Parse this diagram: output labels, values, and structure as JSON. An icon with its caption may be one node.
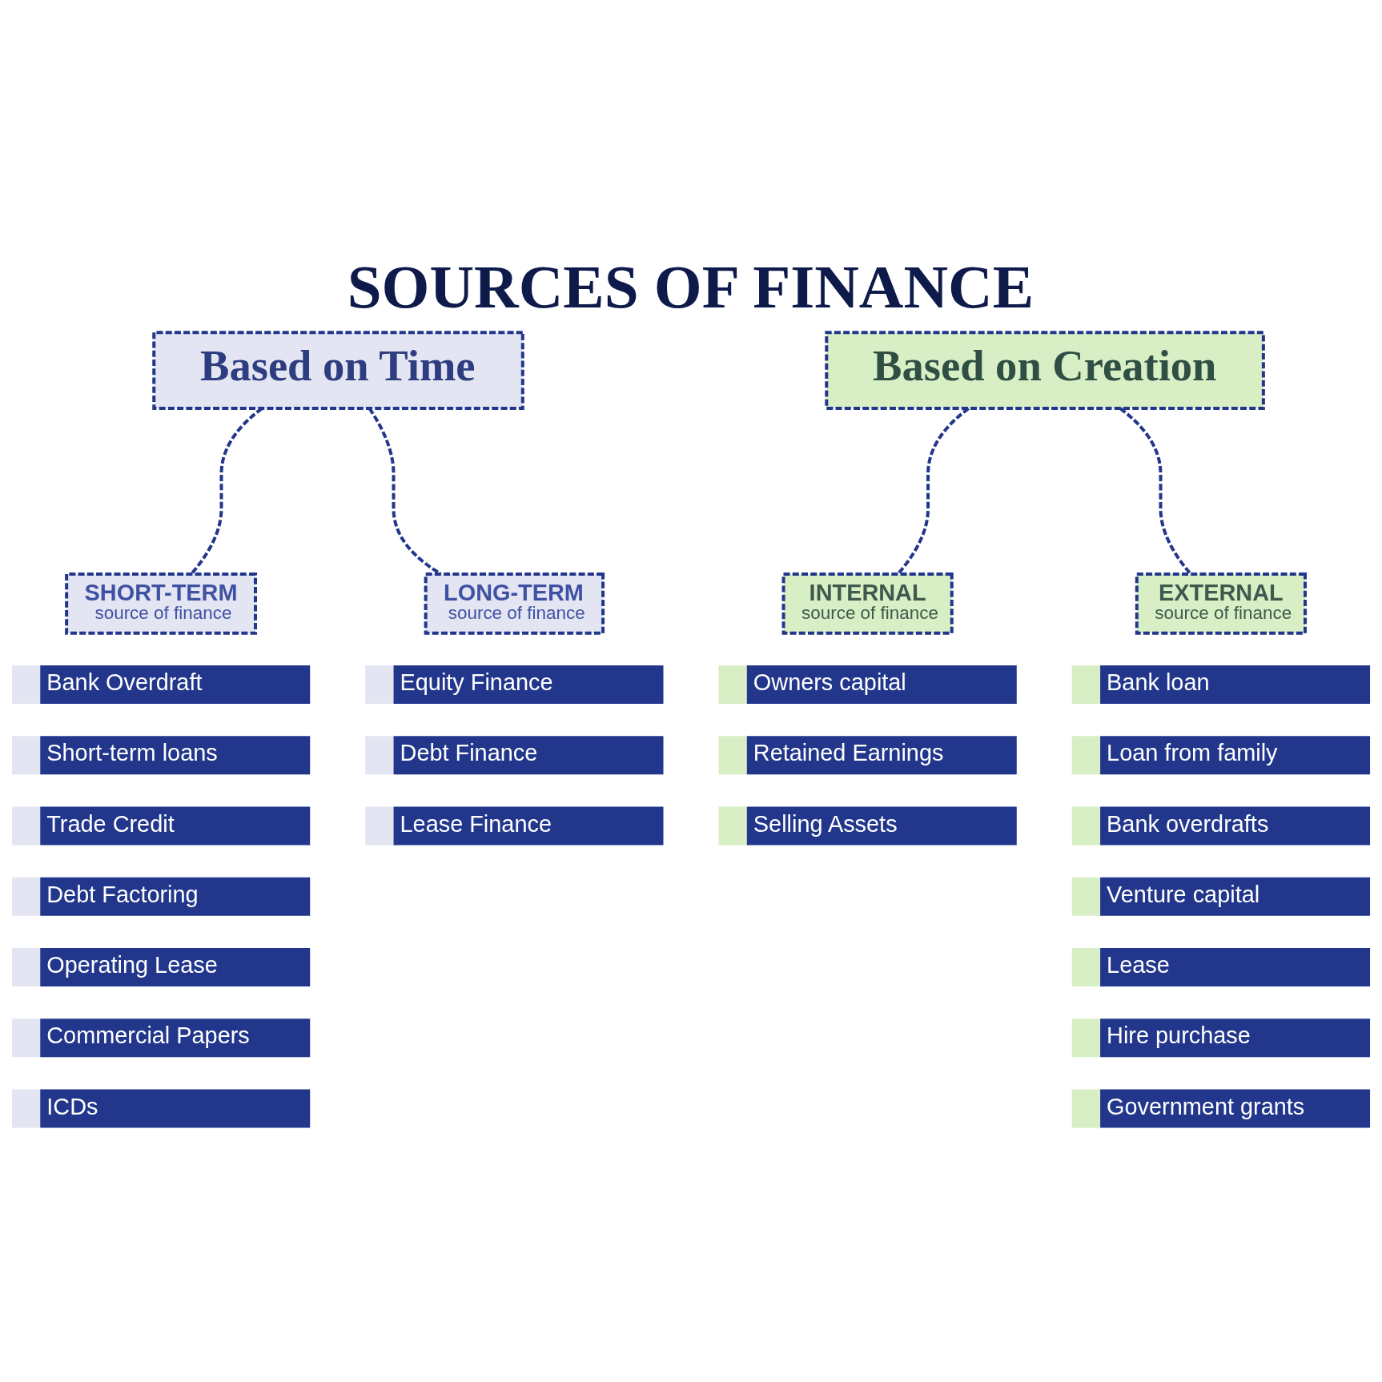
{
  "diagram": {
    "title": "SOURCES OF FINANCE",
    "nodes": [
      {
        "text": [
          "Based on Time"
        ]
      },
      {
        "text": [
          "Based on Creation"
        ]
      },
      {
        "text": [
          "SHORT-TERM",
          "source of finance"
        ]
      },
      {
        "text": [
          "LONG-TERM",
          "source of finance"
        ]
      },
      {
        "text": [
          "INTERNAL",
          "source of finance"
        ]
      },
      {
        "text": [
          "EXTERNAL",
          "source of finance"
        ]
      },
      {
        "text": [
          "Bank Overdraft"
        ]
      },
      {
        "text": [
          "Short-term loans"
        ]
      },
      {
        "text": [
          "Trade Credit"
        ]
      },
      {
        "text": [
          "Debt Factoring"
        ]
      },
      {
        "text": [
          "Operating Lease"
        ]
      },
      {
        "text": [
          "Commercial Papers"
        ]
      },
      {
        "text": [
          "ICDs"
        ]
      },
      {
        "text": [
          "Equity Finance"
        ]
      },
      {
        "text": [
          "Debt Finance"
        ]
      },
      {
        "text": [
          "Lease Finance"
        ]
      },
      {
        "text": [
          "Owners capital"
        ]
      },
      {
        "text": [
          "Retained Earnings"
        ]
      },
      {
        "text": [
          "Selling Assets"
        ]
      },
      {
        "text": [
          "Bank loan"
        ]
      },
      {
        "text": [
          "Loan from family"
        ]
      },
      {
        "text": [
          "Bank overdrafts"
        ]
      },
      {
        "text": [
          "Venture capital"
        ]
      },
      {
        "text": [
          "Lease"
        ]
      },
      {
        "text": [
          "Hire purchase"
        ]
      },
      {
        "text": [
          "Government grants"
        ]
      }
    ],
    "edges": [
      {
        "from": 0,
        "to": 2,
        "arrow": "none",
        "style": "dashed"
      },
      {
        "from": 0,
        "to": 3,
        "arrow": "none",
        "style": "dashed"
      },
      {
        "from": 1,
        "to": 4,
        "arrow": "none",
        "style": "dashed"
      },
      {
        "from": 1,
        "to": 5,
        "arrow": "none",
        "style": "dashed"
      }
    ]
  }
}
